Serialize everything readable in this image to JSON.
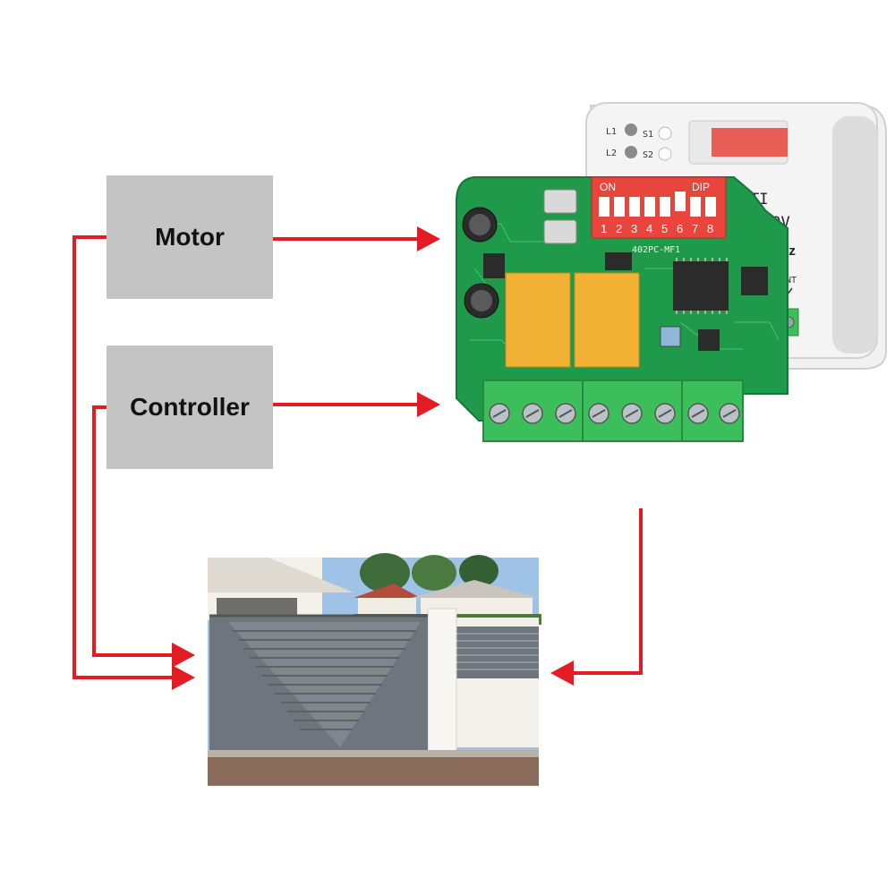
{
  "boxes": {
    "motor": "Motor",
    "controller": "Controller"
  },
  "receiver": {
    "led_labels": [
      "L1",
      "L2"
    ],
    "switch_labels": [
      "S1",
      "S2"
    ],
    "dip_on_label": "ON",
    "dip_label": "DIP",
    "dip_numbers": [
      "1",
      "2",
      "3",
      "4",
      "5",
      "6",
      "7",
      "8"
    ],
    "board_model": "402PC-MF1",
    "case_text_1": "TI",
    "case_text_2": "30V",
    "case_text_3": "MHz",
    "antenna_label": "ANT"
  },
  "colors": {
    "arrow": "#e31b23",
    "box_fill": "#c4c4c4",
    "pcb_green": "#1f9a4a",
    "relay_yellow": "#f2b236",
    "dip_red": "#e8453c",
    "terminal_green": "#3cbf5a",
    "gate_gray": "#6f757d"
  },
  "icons": {
    "arrowheads": "triangle-arrowhead",
    "antenna": "antenna-icon"
  }
}
